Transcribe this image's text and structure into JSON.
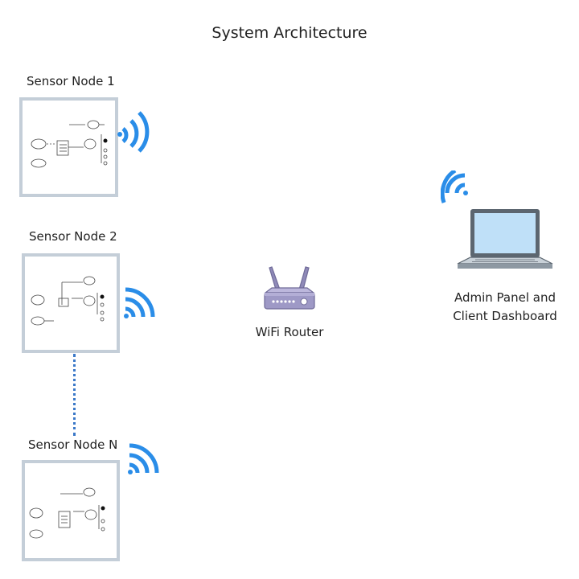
{
  "title": "System Architecture",
  "nodes": [
    {
      "label": "Sensor Node 1"
    },
    {
      "label": "Sensor Node 2"
    },
    {
      "label": "Sensor Node N"
    }
  ],
  "router": {
    "label": "WiFi Router"
  },
  "admin": {
    "label_line1": "Admin Panel and",
    "label_line2": "Client Dashboard"
  },
  "colors": {
    "wifi": "#2a8de8",
    "box_border": "#c4ced8",
    "router": "#8f8ab8",
    "laptop_screen": "#bfe0f8",
    "link": "#3a78c8"
  },
  "icons": [
    "wifi-icon",
    "router-icon",
    "laptop-icon",
    "circuit-schematic"
  ]
}
